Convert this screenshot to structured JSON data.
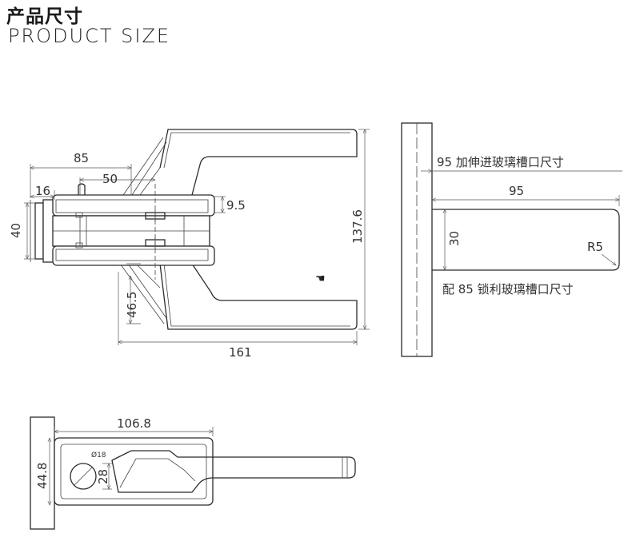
{
  "header": {
    "title_cn": "产品尺寸",
    "title_en": "PRODUCT SIZE"
  },
  "dims": {
    "d85": "85",
    "d50": "50",
    "d16": "16",
    "d9_5": "9.5",
    "d40": "40",
    "d137_6": "137.6",
    "d46_5": "46.5",
    "d161": "161",
    "d95_glass": "95 加伸进玻璃槽口尺寸",
    "d95": "95",
    "d30": "30",
    "r5": "R5",
    "note85": "配 85 锁利玻璃槽口尺寸",
    "d106_8": "106.8",
    "d44_8": "44.8",
    "d28": "28",
    "d18": "Ø18"
  }
}
